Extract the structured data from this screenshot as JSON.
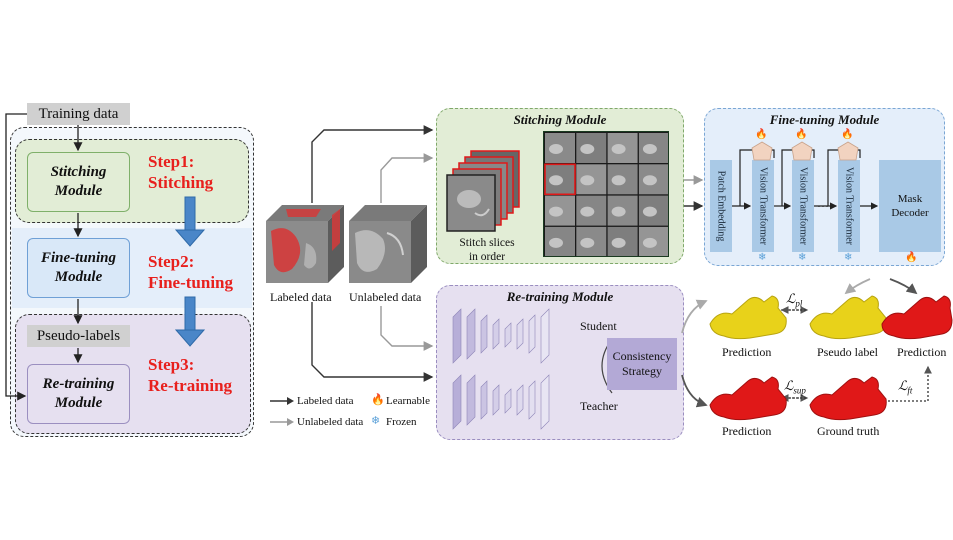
{
  "left": {
    "training_data": "Training data",
    "stitching_module": [
      "Stitching",
      "Module"
    ],
    "finetuning_module": [
      "Fine-tuning",
      "Module"
    ],
    "pseudo_labels": "Pseudo-labels",
    "retraining_module": [
      "Re-training",
      "Module"
    ],
    "step1": [
      "Step1:",
      "Stitching"
    ],
    "step2": [
      "Step2:",
      "Fine-tuning"
    ],
    "step3": [
      "Step3:",
      "Re-training"
    ]
  },
  "data_cubes": {
    "labeled": "Labeled data",
    "unlabeled": "Unlabeled data"
  },
  "legend": {
    "labeled": "Labeled data",
    "unlabeled": "Unlabeled data",
    "learnable": "Learnable",
    "frozen": "Frozen"
  },
  "stitching": {
    "title": "Stitching Module",
    "caption": [
      "Stitch slices",
      "in order"
    ]
  },
  "finetuning": {
    "title": "Fine-tuning Module",
    "patch_embedding": "Patch Embedding",
    "vit_label": "Vision Transformer",
    "dots": "…",
    "mask_decoder": [
      "Mask",
      "Decoder"
    ]
  },
  "retraining": {
    "title": "Re-training Module",
    "student": "Student",
    "teacher": "Teacher",
    "consistency": [
      "Consistency",
      "Strategy"
    ]
  },
  "outputs": {
    "prediction_1": "Prediction",
    "pseudo_label": "Pseudo label",
    "prediction_2": "Prediction",
    "prediction_3": "Prediction",
    "ground_truth": "Ground truth",
    "loss_pl": "pl",
    "loss_sup": "sup",
    "loss_ft": "ft",
    "loss_symbol": "ℒ"
  },
  "colors": {
    "stitch_green": "#e2edd6",
    "finetune_blue": "#e4eefa",
    "retrain_purple": "#e6e0f0",
    "step_red": "#e8201d",
    "arrow_blue": "#4a86c8",
    "yellow_mesh": "#e8d21a",
    "red_mesh": "#e01818"
  }
}
